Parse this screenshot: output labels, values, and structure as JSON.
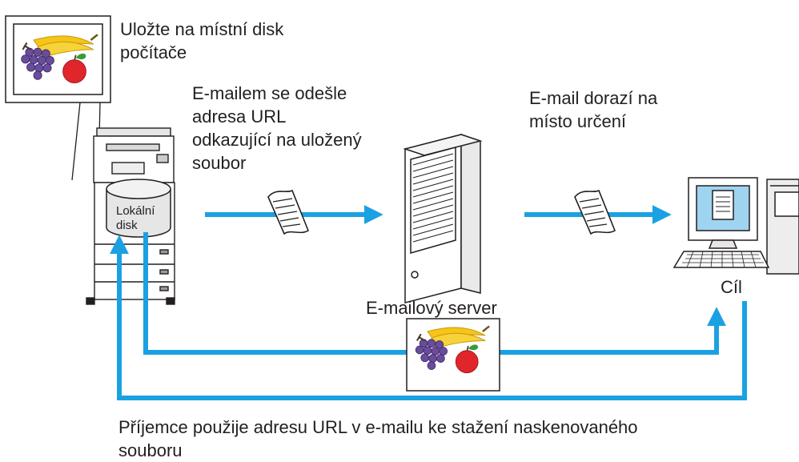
{
  "labels": {
    "save_local": "Uložte na místní disk\npočítače",
    "email_sends_url": "E-mailem se odešle\nadresa URL\nodkazující na uložený\nsoubor",
    "email_arrives": "E-mail dorazí na\nmísto určení",
    "local_disk": "Lokální\ndisk",
    "email_server": "E-mailový server",
    "destination": "Cíl",
    "recipient_uses_url": "Příjemce použije adresu URL v e-mailu ke stažení naskenovaného\nsouboru"
  },
  "colors": {
    "arrow": "#1ba1e2",
    "outline": "#231f20",
    "screen": "#9fd4f0",
    "grape": "#6a4c9c",
    "banana": "#f5c518",
    "apple": "#e0262b"
  },
  "icons": [
    "photo-image-icon",
    "multifunction-printer-icon",
    "local-disk-icon",
    "document-icon",
    "email-server-tower-icon",
    "desktop-computer-icon"
  ]
}
